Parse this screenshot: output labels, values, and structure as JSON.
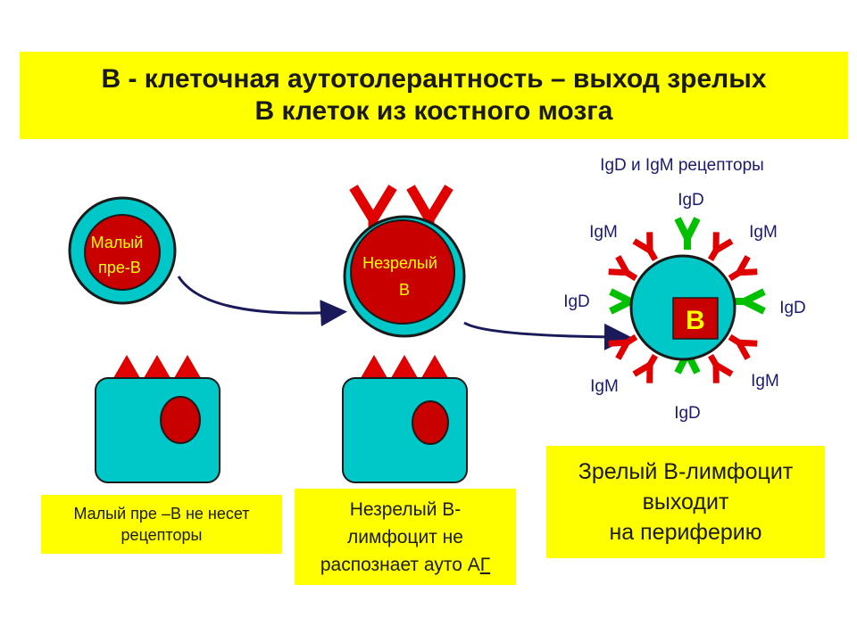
{
  "title": {
    "line1": "В - клеточная аутотолерантность – выход зрелых",
    "line2": "В клеток из костного мозга"
  },
  "cells": {
    "pre_b": {
      "line1": "Малый",
      "line2": "пре-В"
    },
    "immature_b": {
      "line1": "Незрелый",
      "line2": "В"
    },
    "mature_b": {
      "label": "В"
    }
  },
  "receptors": {
    "header": "IgD и IgM рецепторы",
    "igd": "IgD",
    "igm": "IgM"
  },
  "captions": {
    "pre_b": {
      "line1": "Малый пре –В не несет",
      "line2": "рецепторы"
    },
    "immature": {
      "line1": "Незрелый В-",
      "line2": "лимфоцит не",
      "line3": "распознает ауто А",
      "line3_underlined": "Г"
    },
    "mature": {
      "line1": "Зрелый В-лимфоцит",
      "line2": "выходит",
      "line3": "на периферию"
    }
  },
  "colors": {
    "title_bg": "#ffff00",
    "caption_bg": "#ffff00",
    "cyan": "#00c8c8",
    "dark_red": "#c80000",
    "red": "#e00000",
    "green": "#00c000",
    "arrow": "#1a1a5a",
    "label_yellow": "#ffff00",
    "label_navy": "#1a1a6e"
  }
}
